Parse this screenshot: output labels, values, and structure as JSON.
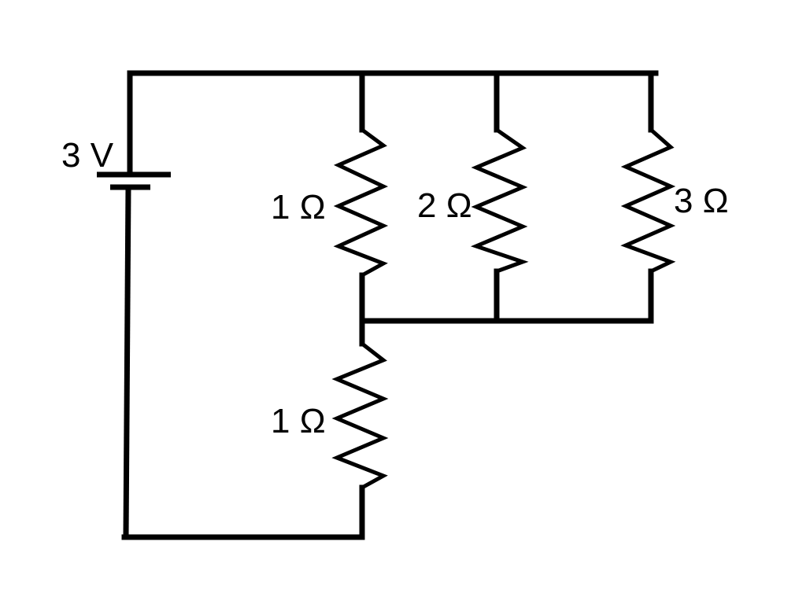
{
  "battery": {
    "label": "3 V"
  },
  "resistors": {
    "r_parallel_1": {
      "label": "1 Ω"
    },
    "r_parallel_2": {
      "label": "2 Ω"
    },
    "r_parallel_3": {
      "label": "3 Ω"
    },
    "r_series": {
      "label": "1 Ω"
    }
  },
  "colors": {
    "ink": "#000000",
    "background": "#ffffff"
  }
}
